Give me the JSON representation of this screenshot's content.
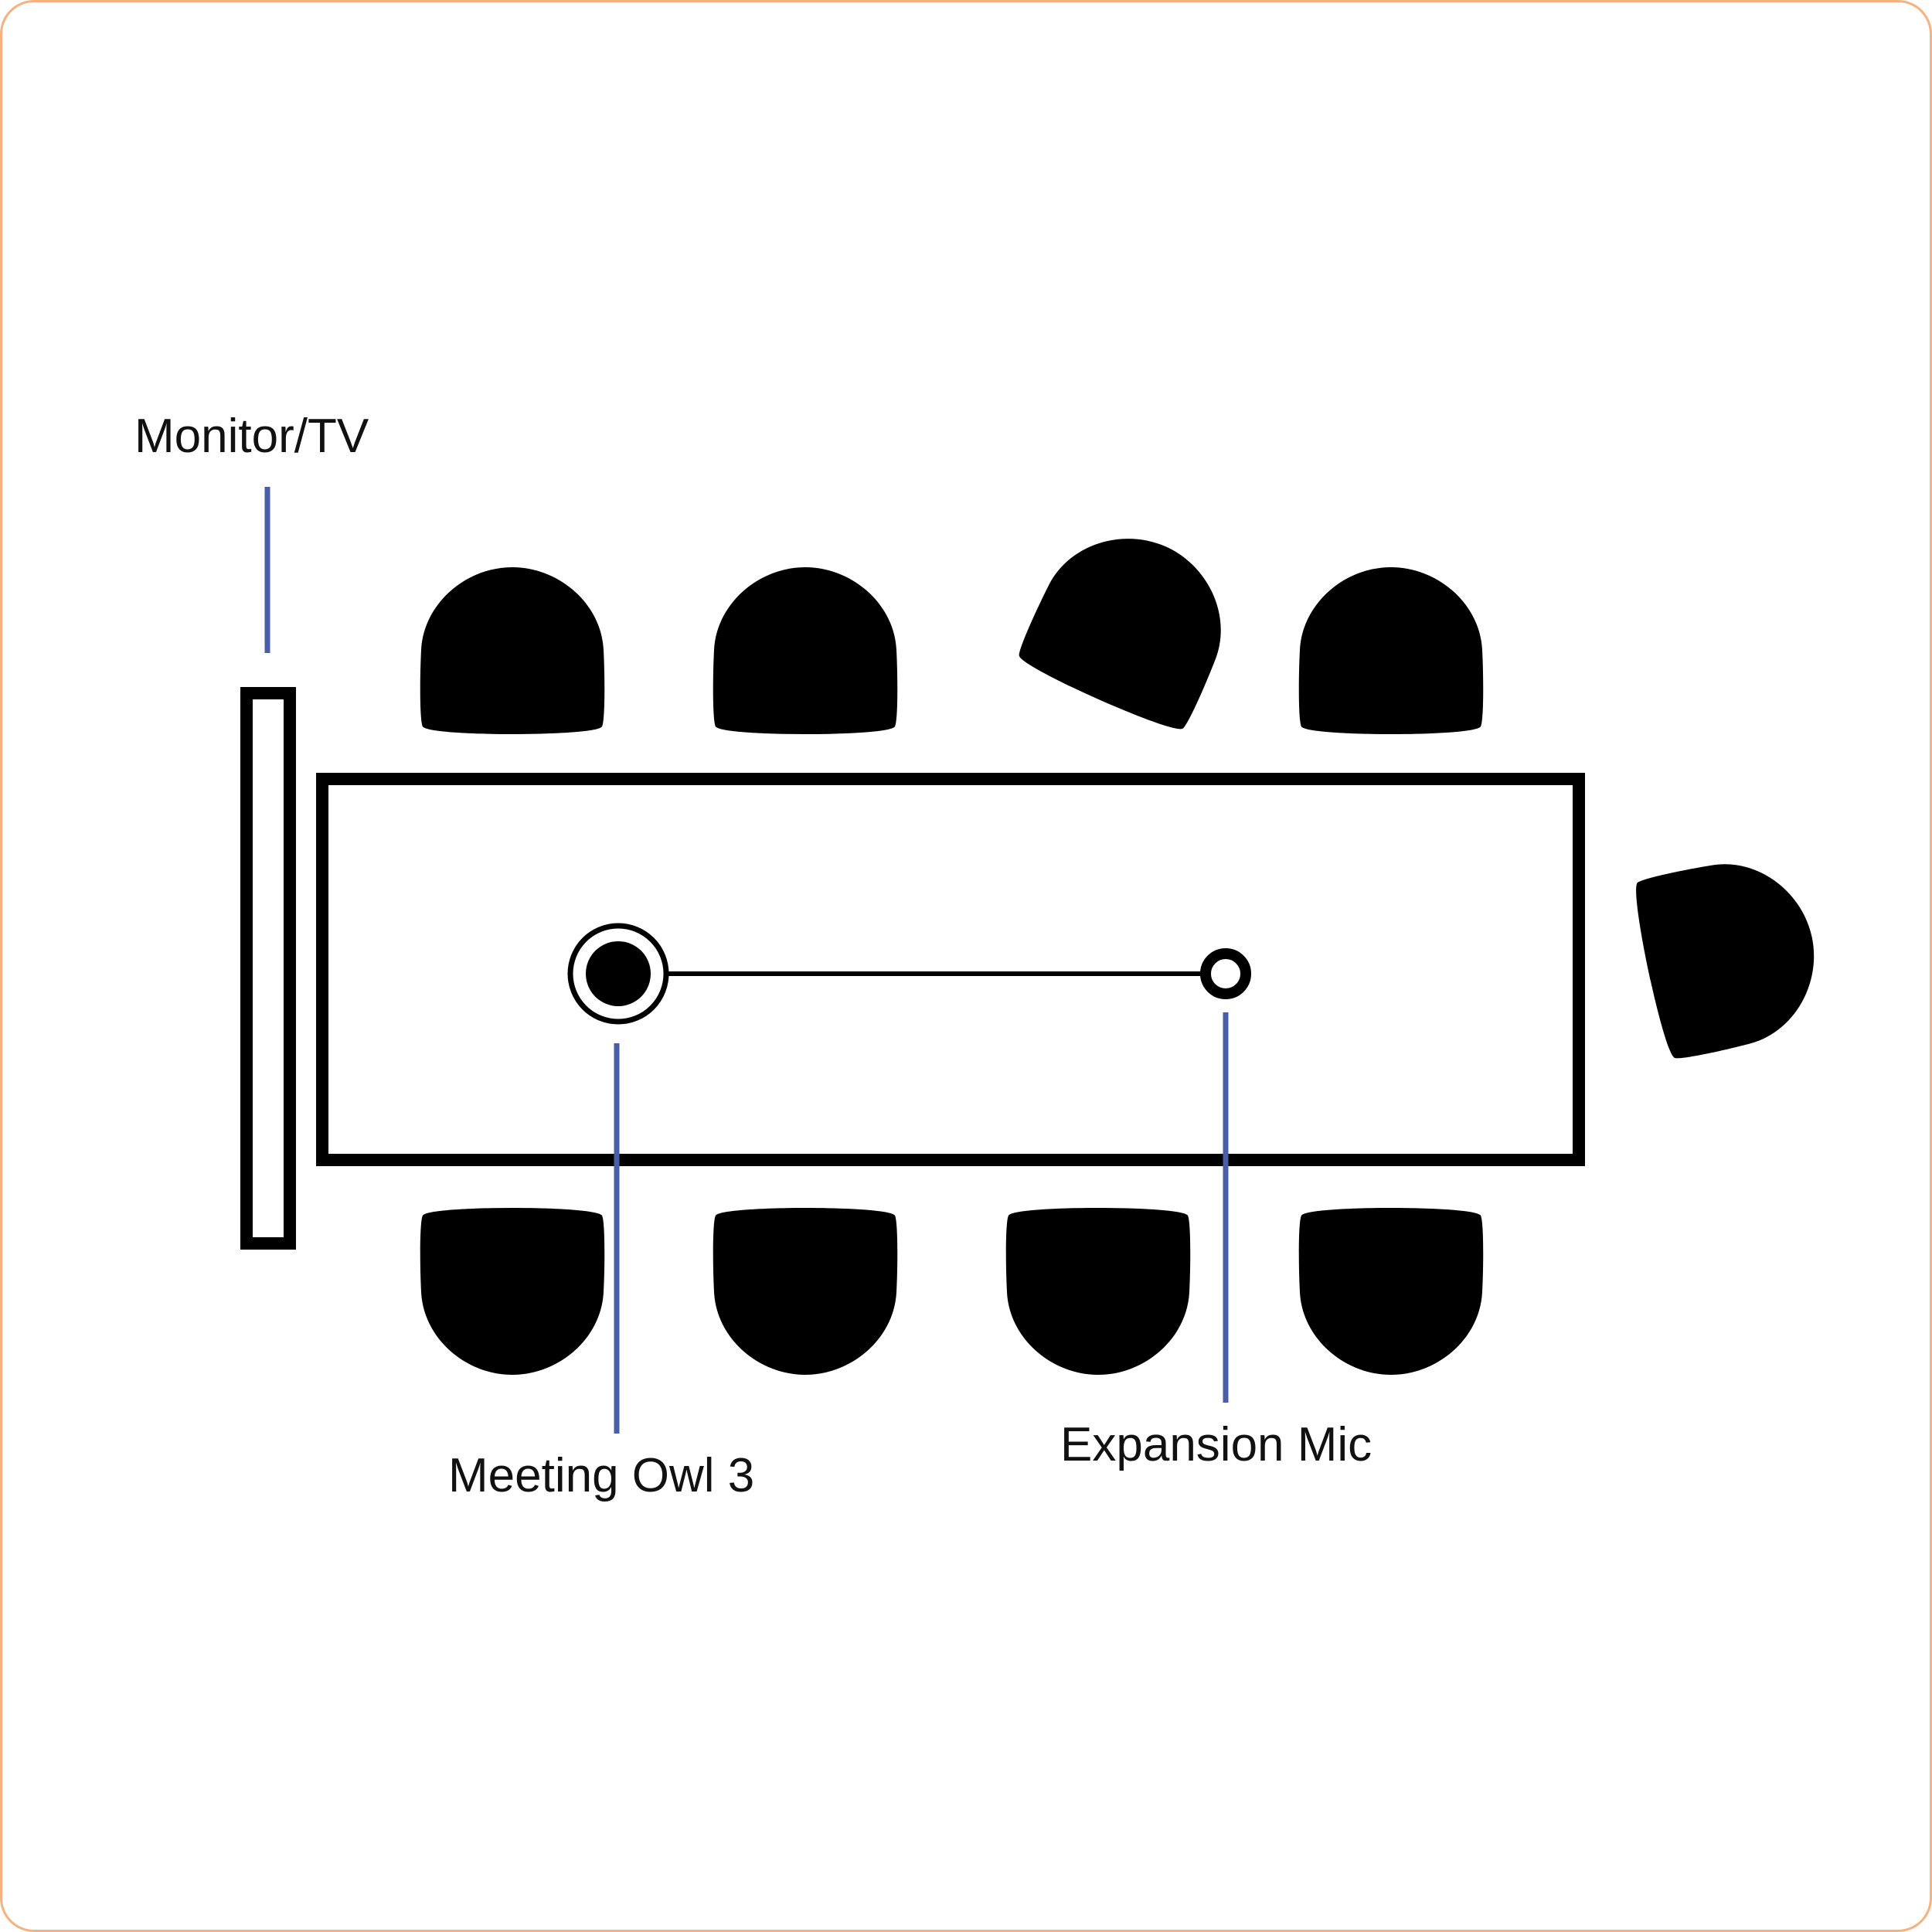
{
  "labels": {
    "monitor": "Monitor/TV",
    "owl": "Meeting Owl 3",
    "mic": "Expansion Mic"
  },
  "icons": [
    "monitor-tv-icon",
    "meeting-owl-icon",
    "expansion-mic-icon",
    "chair-icon",
    "conference-table"
  ],
  "colors": {
    "frame_border": "#f5b27e",
    "leader_line": "#4a5ea6",
    "chair_outline": "#d9d9d9",
    "device_outline": "#000000"
  }
}
